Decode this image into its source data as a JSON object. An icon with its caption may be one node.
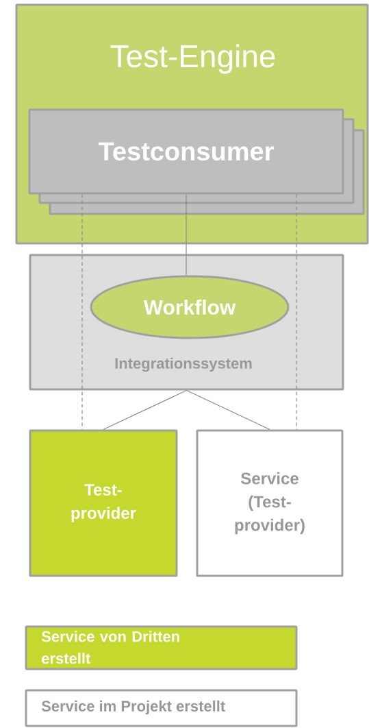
{
  "diagram": {
    "nodes": [
      {
        "text": [
          "Test-Engine"
        ]
      },
      {
        "text": [
          "Testconsumer"
        ],
        "in": 0
      },
      {
        "text": [
          "Integrationssystem"
        ]
      },
      {
        "text": [
          "Workflow"
        ],
        "in": 2
      },
      {
        "text": [
          "Test-provider"
        ]
      },
      {
        "text": [
          "Service (Test-provider)"
        ]
      }
    ],
    "edges": [
      {
        "from": 1,
        "to": 3,
        "arrow": "none"
      },
      {
        "from": 1,
        "to": 4,
        "arrow": "none",
        "style": "dashed"
      },
      {
        "from": 1,
        "to": 5,
        "arrow": "none",
        "style": "dashed"
      },
      {
        "from": 2,
        "to": 4,
        "arrow": "none"
      },
      {
        "from": 2,
        "to": 5,
        "arrow": "none"
      }
    ],
    "legend": [
      {
        "text": "Service von Dritten erstellt",
        "color": "#c4d82e"
      },
      {
        "text": "Service im Projekt erstellt"
      }
    ]
  }
}
